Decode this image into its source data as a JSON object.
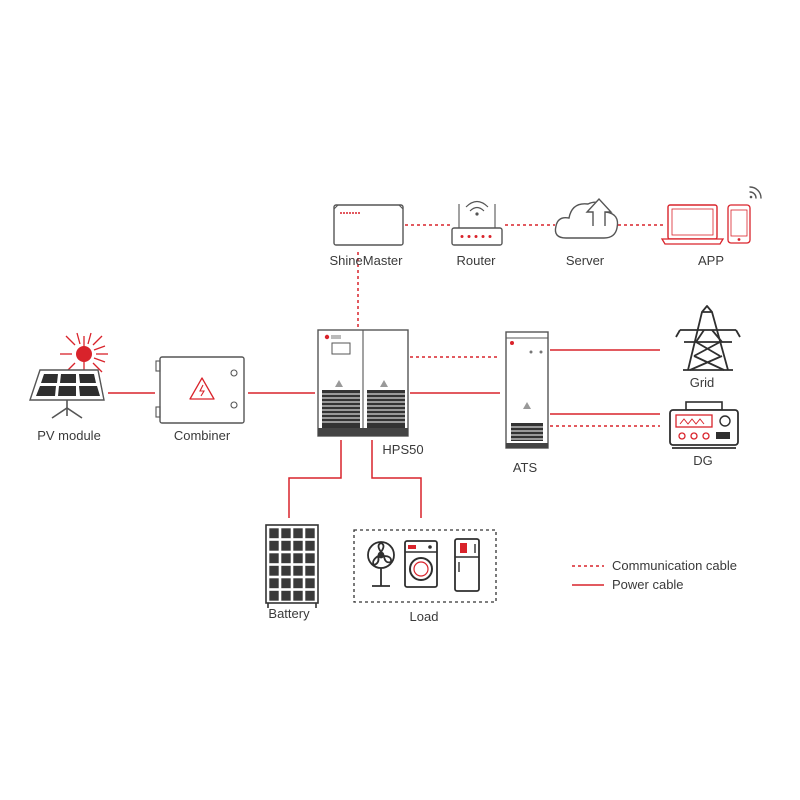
{
  "nodes": {
    "shinemaster": "ShineMaster",
    "router": "Router",
    "server": "Server",
    "app": "APP",
    "pv_module": "PV module",
    "combiner": "Combiner",
    "hps": "HPS50",
    "ats": "ATS",
    "grid": "Grid",
    "dg": "DG",
    "battery": "Battery",
    "load": "Load"
  },
  "legend": {
    "communication": "Communication cable",
    "power": "Power cable"
  },
  "colors": {
    "cable": "#d9232b",
    "device_outline": "#555555",
    "text": "#3a3a3a"
  }
}
